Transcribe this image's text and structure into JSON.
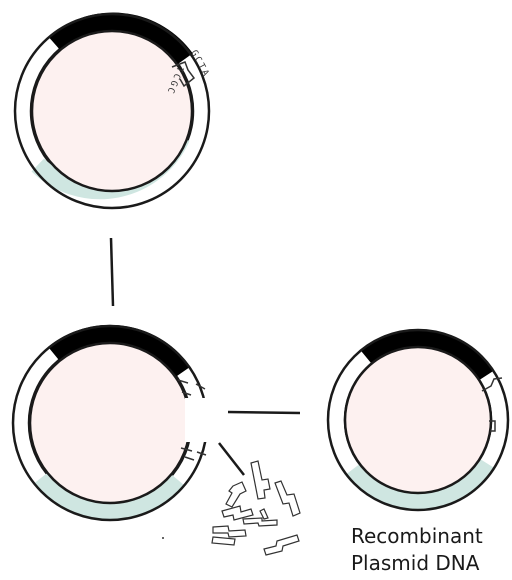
{
  "caption": {
    "line1": "Recombinant",
    "line2": "Plasmid DNA"
  },
  "sticky_end_sequences": {
    "strand_top": "GCTA",
    "strand_bottom": "TCGC"
  },
  "colors": {
    "plasmid_interior": "#fdf1f0",
    "plasmid_outline": "#1a1a1a",
    "marker_gene": "#000000",
    "second_gene": "#cfe6e1"
  }
}
